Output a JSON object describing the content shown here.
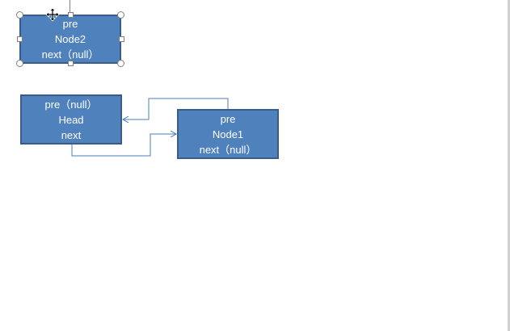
{
  "nodes": {
    "node2": {
      "line1": "pre",
      "line2": "Node2",
      "line3": "next（null）"
    },
    "head": {
      "line1": "pre（null）",
      "line2": "Head",
      "line3": "next"
    },
    "node1": {
      "line1": "pre",
      "line2": "Node1",
      "line3": "next（null）"
    }
  },
  "colors": {
    "node_fill": "#4f81bd",
    "node_border": "#385d8a",
    "connector": "#4a7ebb",
    "selection_handle": "#7f7f7f"
  },
  "icons": {
    "cursor": "move-cursor-icon"
  }
}
